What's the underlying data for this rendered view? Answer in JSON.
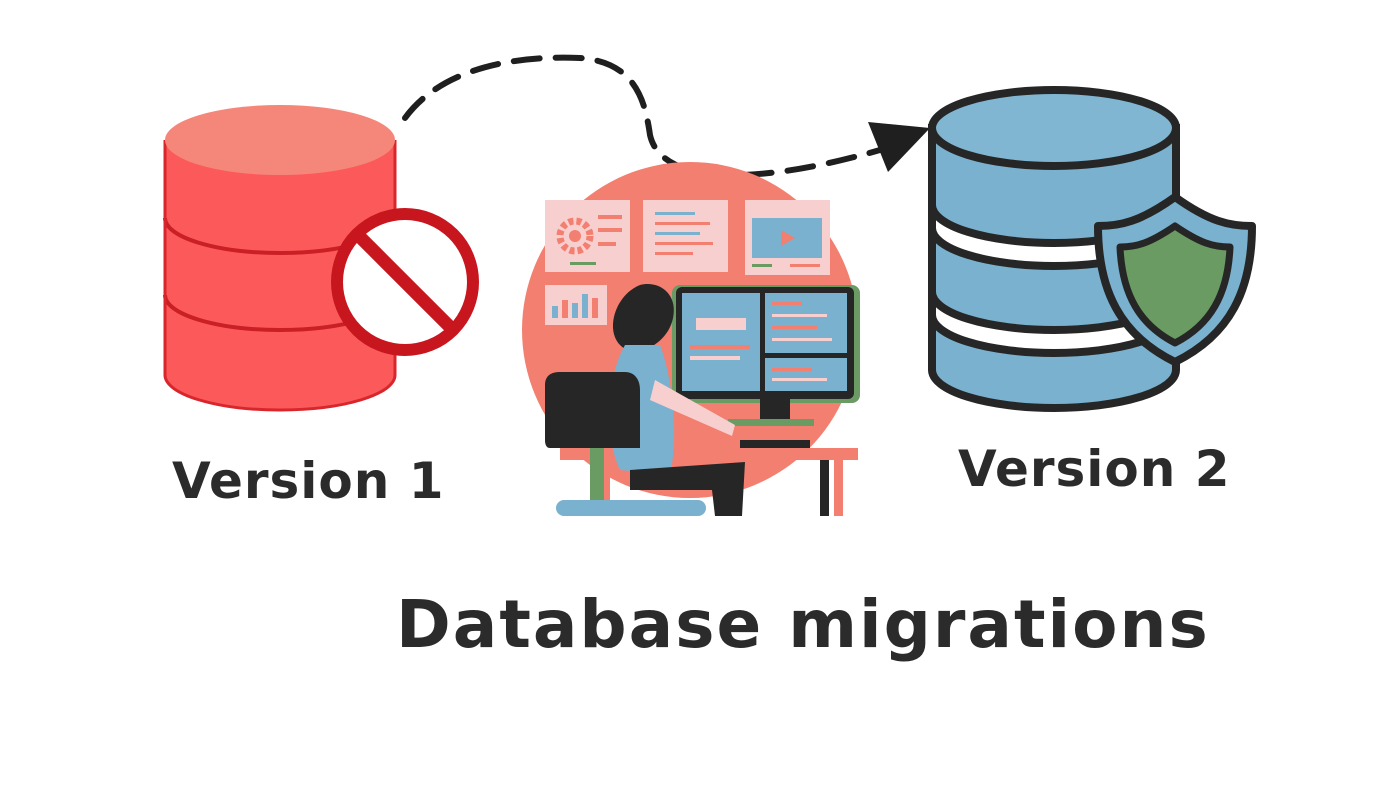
{
  "labels": {
    "version1": "Version 1",
    "version2": "Version 2",
    "title": "Database migrations"
  },
  "icons": {
    "old_database": "database-icon",
    "blocked": "no-entry-icon",
    "new_database": "database-icon",
    "secured": "shield-icon",
    "developer": "developer-at-computer-illustration",
    "migration_path": "dashed-arrow-icon"
  },
  "colors": {
    "old_database": "#fc5a5a",
    "old_database_top": "#f5877a",
    "blocked": "#c8161e",
    "new_database": "#7ab1ce",
    "shield": "#6a9b62",
    "outline": "#262626",
    "text": "#2b2b2b"
  }
}
